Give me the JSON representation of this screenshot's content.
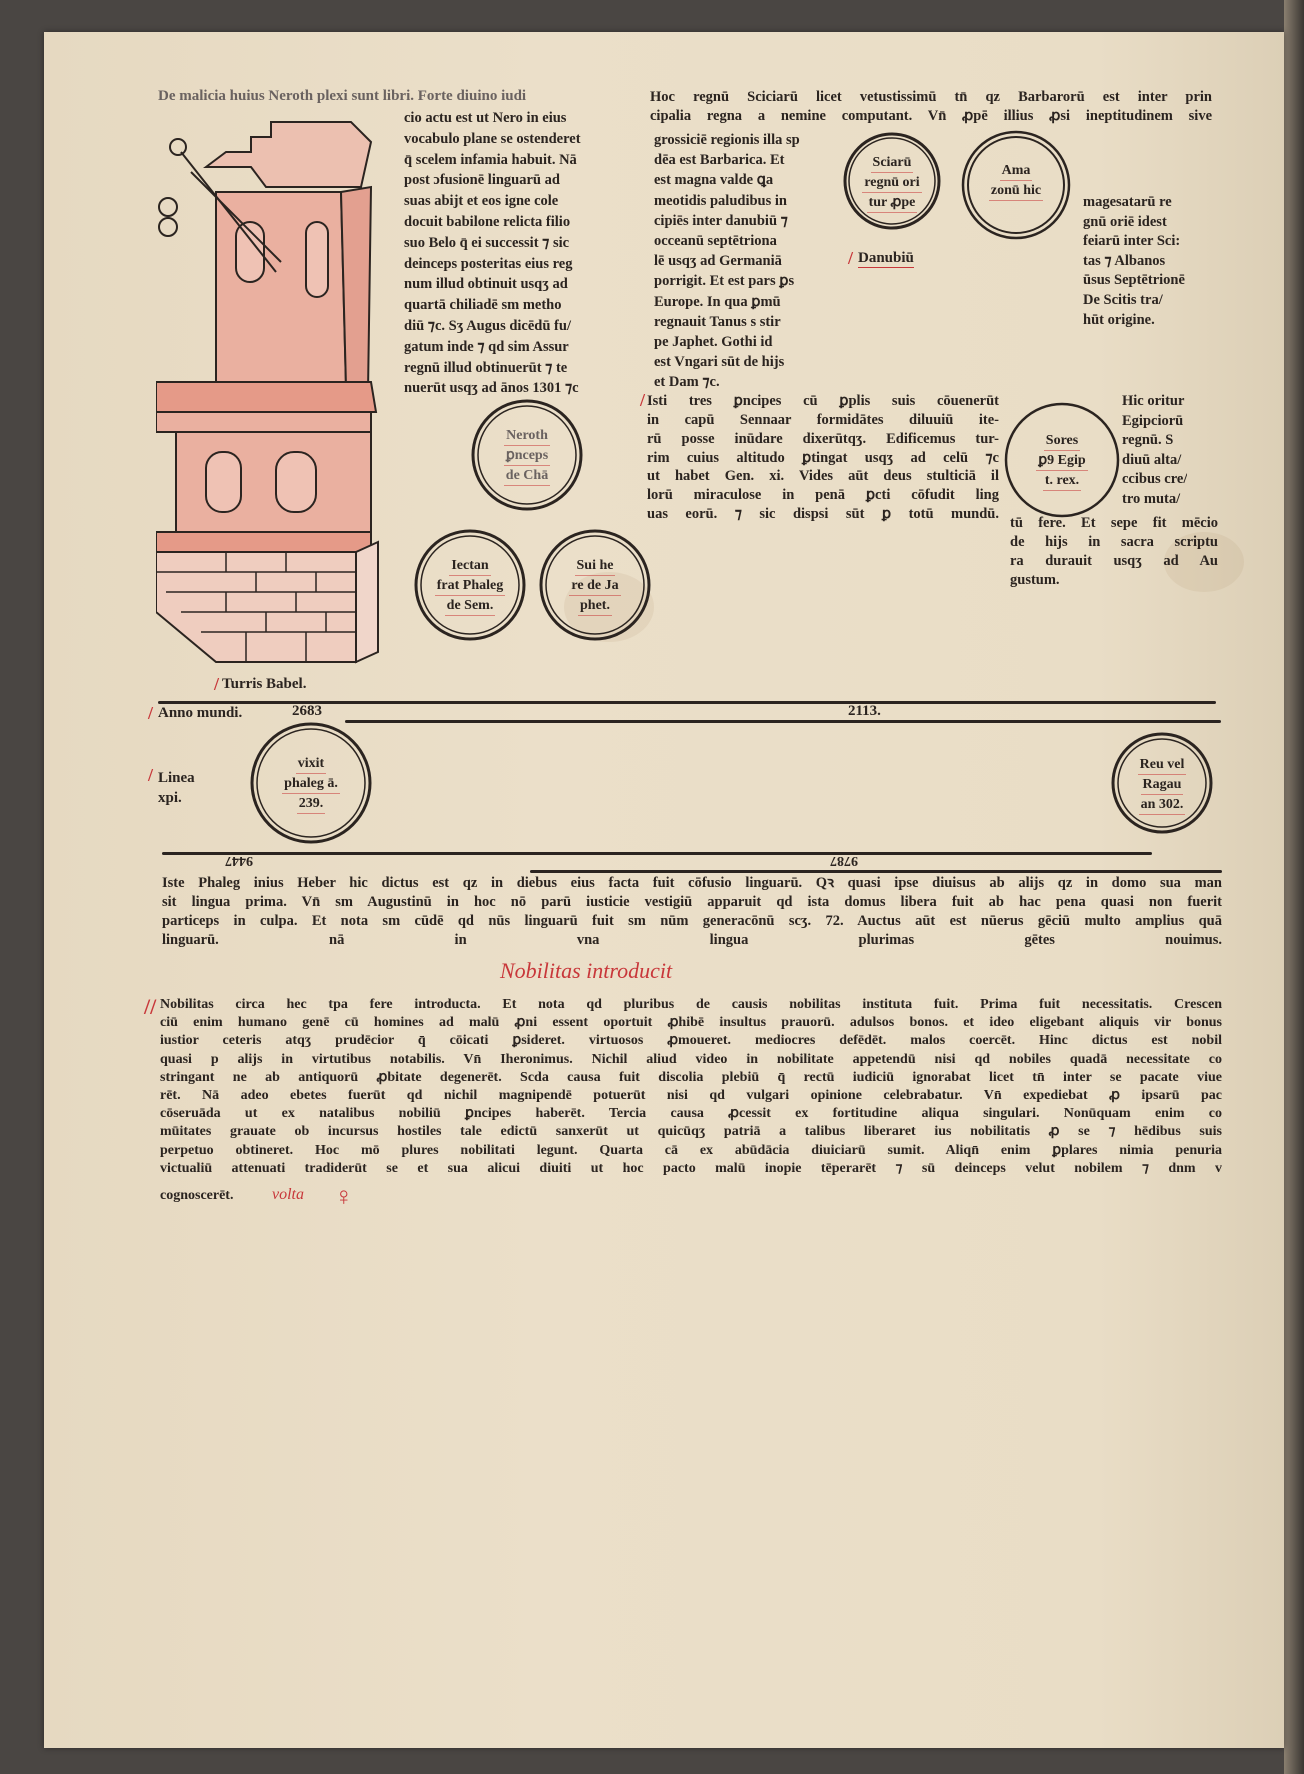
{
  "top_left": {
    "head": "De malicia huius Neroth plexi sunt libri. Forte diuino iudi",
    "lines": [
      "cio actu est ut Nero in eius",
      "vocabulo plane se ostenderet",
      "q̄ scelem infamia habuit. Nā",
      "post ɔfusionē linguarū ad",
      "suas abijt et eos igne cole",
      "docuit babilone relicta filio",
      "suo Belo q̄ ei successit ⁊ sic",
      "deinceps posteritas eius reg",
      "num illud obtinuit usqʒ ad",
      "quartā chiliadē sm metho",
      "diū ⁊c. Sʒ Augus dicēdū fu/",
      "gatum inde ⁊ qd sim Assur",
      "regnū illud obtinuerūt ⁊ te",
      "nuerūt usqʒ ad ānos 1301 ⁊c"
    ]
  },
  "top_right": {
    "head": [
      "Hoc regnū Sciciarū licet vetustissimū tn̄ qz Barbarorū est inter prin",
      "cipalia regna a nemine computant. Vn̄ ꝓpē illius ꝓsi ineptitudinem sive"
    ],
    "lines": [
      "grossiciē regionis illa sp",
      "dēa est Barbarica. Et",
      "est magna valde ꝗa",
      "meotidis paludibus in",
      "cipiēs inter danubiū ⁊",
      "occeanū septētriona",
      "lē usqʒ ad Germaniā",
      "porrigit. Et est pars ꝑs",
      "Europe. In qua ꝑmū",
      "regnauit Tanus s stir",
      "pe Japhet. Gothi id",
      "est Vngari sūt de hijs",
      "et Dam ⁊c."
    ],
    "danubius": "Danubiū",
    "side": [
      "magesatarū re",
      "gnū oriē idest",
      "feiarū inter Sci:",
      "tas ⁊ Albanos",
      "ūsus Septētrionē",
      "De Scitis tra/",
      "hūt origine."
    ]
  },
  "medallions": {
    "sciarum": [
      "Sciarū",
      "regnū ori",
      "tur ꝓpe"
    ],
    "amazonum": [
      "Ama",
      "zonū hic"
    ],
    "neroth": [
      "Neroth",
      "ꝑnceps",
      "de Chā"
    ],
    "iectan": [
      "Iectan",
      "frat Phaleg",
      "de Sem."
    ],
    "sui": [
      "Sui he",
      "re de Ja",
      "phet."
    ],
    "sores": [
      "Sores",
      "ꝑ9 Egip",
      "t. rex."
    ],
    "phaleg": [
      "vixit",
      "phaleg ā.",
      "239."
    ],
    "reu": [
      "Reu vel",
      "Ragau",
      "an 302."
    ]
  },
  "isti": [
    "Isti tres ꝑncipes cū ꝑplis suis cōuenerūt",
    "in capū Sennaar formidātes diluuiū ite-",
    "rū posse inūdare dixerūtqʒ. Edificemus tur-",
    "rim cuius altitudo ꝑtingat usqʒ ad celū ⁊c",
    "ut habet Gen. xi. Vides aūt deus stulticiā il",
    "lorū miraculose in penā ꝑcti cōfudit ling",
    "uas eorū. ⁊ sic dispsi sūt ꝑ totū mundū."
  ],
  "hic": [
    "Hic oritur",
    "Egipciorū",
    "regnū. S",
    "diuū alta/",
    "ccibus cre/",
    "tro muta/"
  ],
  "hic_cont": [
    "tū fere. Et sepe fit mēcio",
    "de hijs in sacra scriptu",
    "ra durauit usqʒ ad Au",
    "gustum."
  ],
  "tower_caption": "Turris Babel.",
  "anno": {
    "label": "Anno mundi.",
    "year1": "2683",
    "year2": "2113."
  },
  "linea": [
    "Linea",
    "xpi."
  ],
  "lower_numbers": [
    "9447",
    "9787"
  ],
  "iste": [
    "Iste Phaleg inius Heber hic dictus est qz in diebus eius facta fuit cōfusio linguarū. Qꝛ quasi ipse diuisus ab alijs qz in domo sua man",
    "sit lingua prima. Vn̄ sm Augustinū in hoc nō parū iusticie vestigiū apparuit qd ista domus libera fuit ab hac pena quasi non fuerit",
    "particeps in culpa. Et nota sm cūdē qd nūs linguarū fuit sm nūm generacōnū scʒ. 72. Auctus aūt est nūerus gēciū multo amplius quā",
    "linguarū. nā in vna lingua plurimas gētes nouimus."
  ],
  "nobilitas": {
    "heading": "Nobilitas introducit",
    "lines": [
      "Nobilitas circa hec tpa fere introducta. Et nota qd pluribus de causis nobilitas instituta fuit. Prima fuit necessitatis. Crescen",
      "ciū enim humano genē cū homines ad malū ꝓni essent oportuit ꝓhibē insultus prauorū. adulsos bonos. et ideo eligebant aliquis vir bonus",
      "iustior ceteris atqʒ prudēcior q̄ cōicati ꝑsideret. virtuosos ꝓmoueret. mediocres defēdēt. malos coercēt. Hinc dictus est nobil",
      "quasi p alijs in virtutibus notabilis. Vn̄ Iheronimus. Nichil aliud video in nobilitate appetendū nisi qd nobiles quadā necessitate co",
      "stringant ne ab antiquorū ꝓbitate degenerēt. Scda causa fuit discolia plebiū q̄ rectū iudiciū ignorabat licet tn̄ inter se pacate viue",
      "rēt. Nā adeo ebetes fuerūt qd nichil magnipendē potuerūt nisi qd vulgari opinione celebrabatur. Vn̄ expediebat ꝓ ipsarū pac",
      "cōseruāda ut ex natalibus nobiliū ꝑncipes haberēt. Tercia causa ꝓcessit ex fortitudine aliqua singulari. Nonūquam enim co",
      "mūitates grauate ob incursus hostiles tale edictū sanxerūt ut quicūqʒ patriā a talibus liberaret ius nobilitatis ꝓ se ⁊ hēdibus suis",
      "perpetuo obtineret. Hoc mō plures nobilitati legunt. Quarta cā ex abūdācia diuiciarū sumit. Aliqn̄ enim ꝑplares nimia penuria",
      "victualiū attenuati tradiderūt se et sua alicui diuiti ut hoc pacto malū inopie tēperarēt ⁊ sū deinceps velut nobilem ⁊ dnm v"
    ],
    "last": "cognoscerēt.",
    "volta": "volta"
  },
  "colors": {
    "paper": "#e9ddc6",
    "ink": "#2b2420",
    "rubric": "#c8373a",
    "tower": "#e8a996"
  }
}
